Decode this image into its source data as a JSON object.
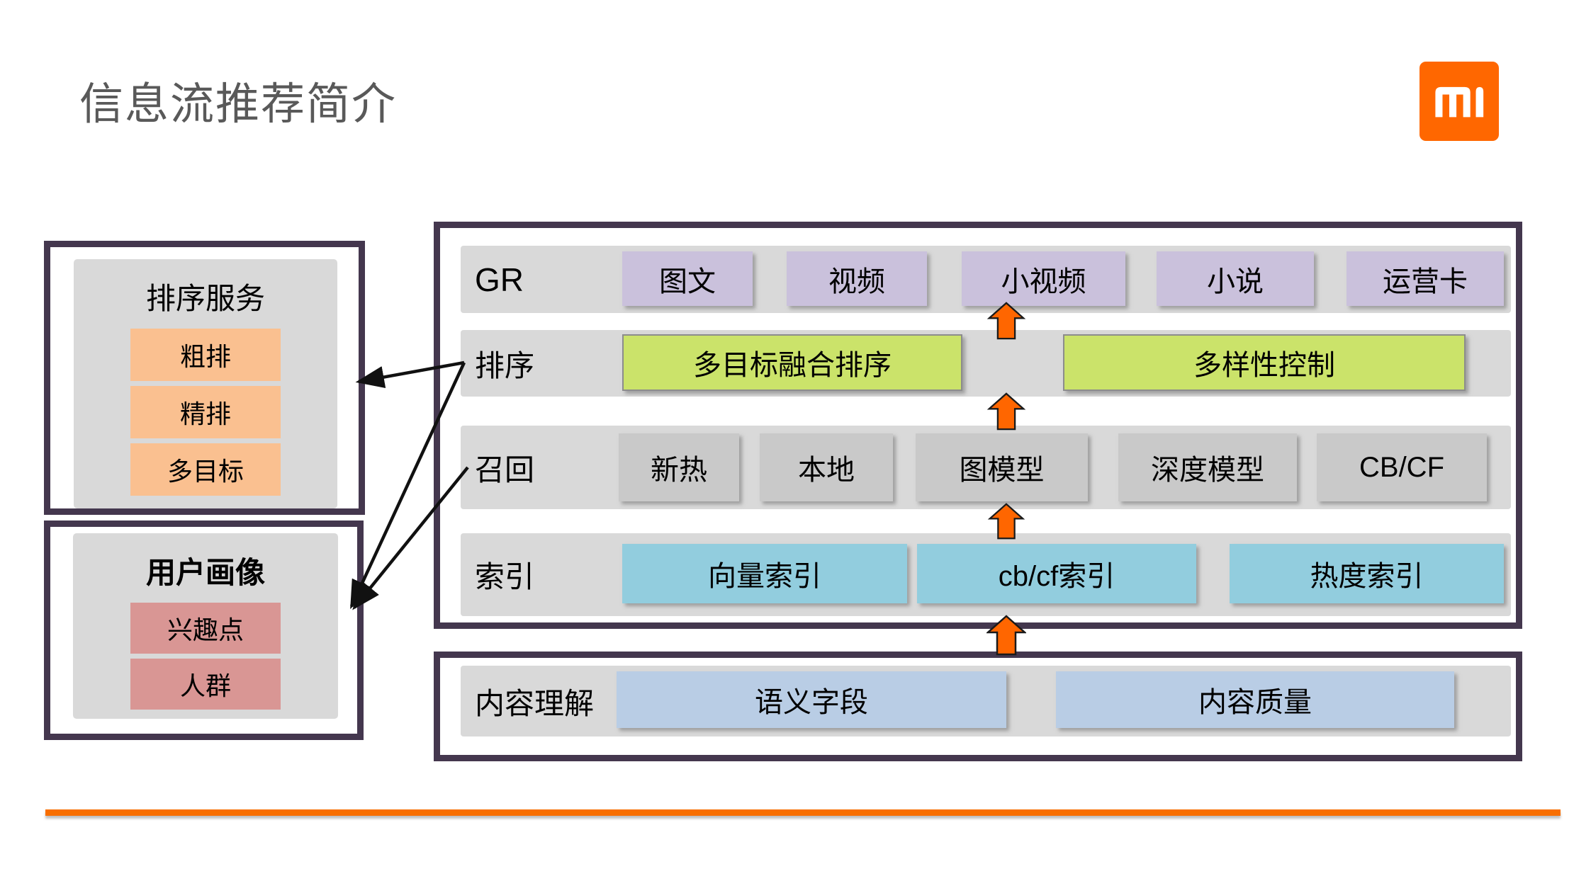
{
  "slide": {
    "title": "信息流推荐简介"
  },
  "logo": {
    "brand": "xiaomi-mi-logo",
    "color": "#ff6700"
  },
  "left_panels": [
    {
      "title": "排序服务",
      "items": [
        "粗排",
        "精排",
        "多目标"
      ],
      "item_color": "#fac090"
    },
    {
      "title": "用户画像",
      "items": [
        "兴趣点",
        "人群"
      ],
      "item_color": "#d99694"
    }
  ],
  "pipeline": {
    "rows": [
      {
        "label": "GR",
        "items": [
          "图文",
          "视频",
          "小视频",
          "小说",
          "运营卡"
        ],
        "item_color": "#cac1dc"
      },
      {
        "label": "排序",
        "items": [
          "多目标融合排序",
          "多样性控制"
        ],
        "item_color": "#cbe36a"
      },
      {
        "label": "召回",
        "items": [
          "新热",
          "本地",
          "图模型",
          "深度模型",
          "CB/CF"
        ],
        "item_color": "#c9c9c9"
      },
      {
        "label": "索引",
        "items": [
          "向量索引",
          "cb/cf索引",
          "热度索引"
        ],
        "item_color": "#92cdde"
      }
    ]
  },
  "content_understanding": {
    "label": "内容理解",
    "items": [
      "语义字段",
      "内容质量"
    ],
    "item_color": "#b9cde5"
  },
  "colors": {
    "box_border_purple": "#44374e",
    "row_background": "#d9d9d9",
    "flow_arrow_orange": "#ff6600",
    "divider_orange": "#f86e00",
    "title_gray": "#595959"
  }
}
